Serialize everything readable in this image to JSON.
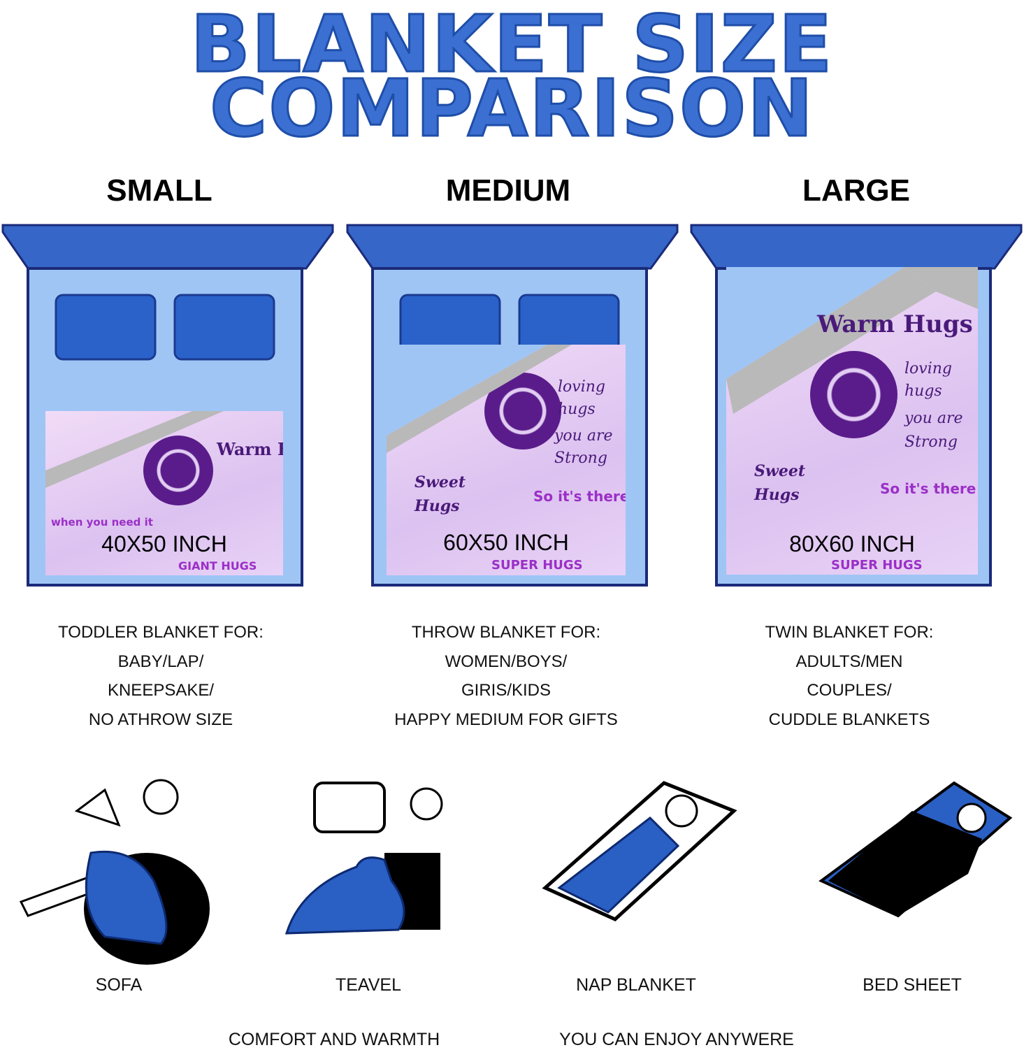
{
  "title": {
    "line1": "BLANKET SIZE",
    "line2": "COMPARISON"
  },
  "sizes": [
    {
      "name": "SMALL",
      "dimensions": "40X50 INCH",
      "description": [
        "TODDLER BLANKET FOR:",
        "BABY/LAP/",
        "KNEEPSAKE/",
        "NO ATHROW SIZE"
      ]
    },
    {
      "name": "MEDIUM",
      "dimensions": "60X50 INCH",
      "description": [
        "THROW  BLANKET FOR:",
        "WOMEN/BOYS/",
        "GIRIS/KIDS",
        "HAPPY MEDIUM FOR GIFTS"
      ]
    },
    {
      "name": "LARGE",
      "dimensions": "80X60 INCH",
      "description": [
        "TWIN BLANKET  FOR:",
        "ADULTS/MEN",
        "COUPLES/",
        "CUDDLE BLANKETS"
      ]
    }
  ],
  "blanket_pattern": {
    "warm": "Warm Hugs",
    "loving": "loving hugs",
    "strong": "you are Strong",
    "sweet": "Sweet Hugs",
    "there": "So it's there",
    "when": "when you need it",
    "super": "SUPER HUGS",
    "giant": "GIANT HUGS"
  },
  "uses": [
    "SOFA",
    "TEAVEL",
    "NAP BLANKET",
    "BED SHEET"
  ],
  "footer": {
    "left": "COMFORT AND WARMTH",
    "right": "YOU CAN ENJOY ANYWERE"
  },
  "colors": {
    "title": "#3b6fd2",
    "headboard": "#3566c8",
    "mattress": "#9fc5f5",
    "pillow": "#2a62c9",
    "blanket": "#e0c8f3",
    "fold": "#b9b9b9"
  }
}
